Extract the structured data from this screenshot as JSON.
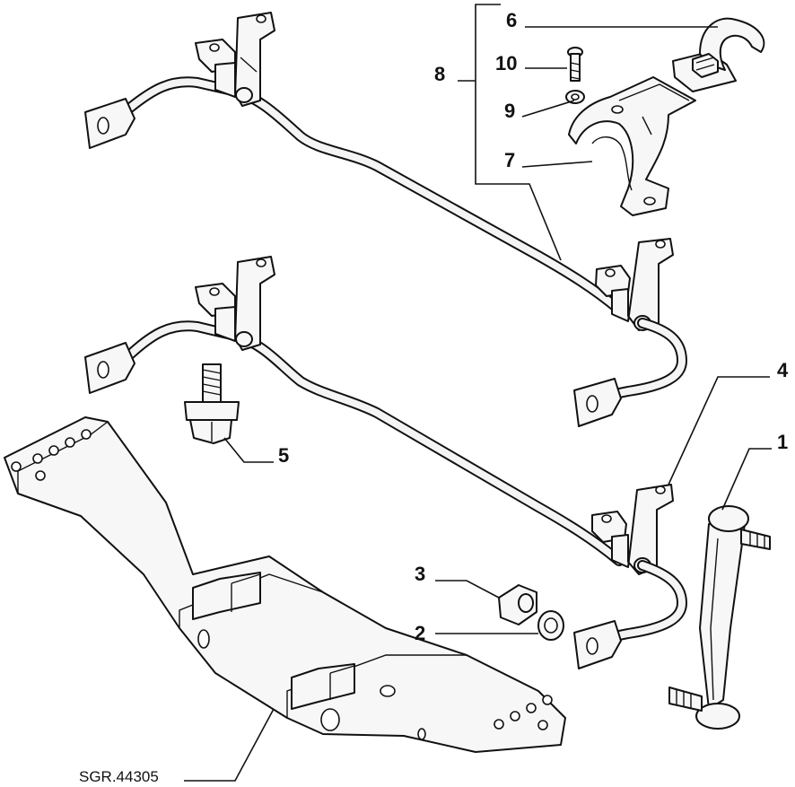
{
  "figure": {
    "reference_code": "SGR.44305",
    "callouts": [
      {
        "id": "c1",
        "label": "1"
      },
      {
        "id": "c2",
        "label": "2"
      },
      {
        "id": "c3",
        "label": "3"
      },
      {
        "id": "c4",
        "label": "4"
      },
      {
        "id": "c5",
        "label": "5"
      },
      {
        "id": "c6",
        "label": "6"
      },
      {
        "id": "c7",
        "label": "7"
      },
      {
        "id": "c8",
        "label": "8"
      },
      {
        "id": "c9",
        "label": "9"
      },
      {
        "id": "c10",
        "label": "10"
      }
    ]
  }
}
